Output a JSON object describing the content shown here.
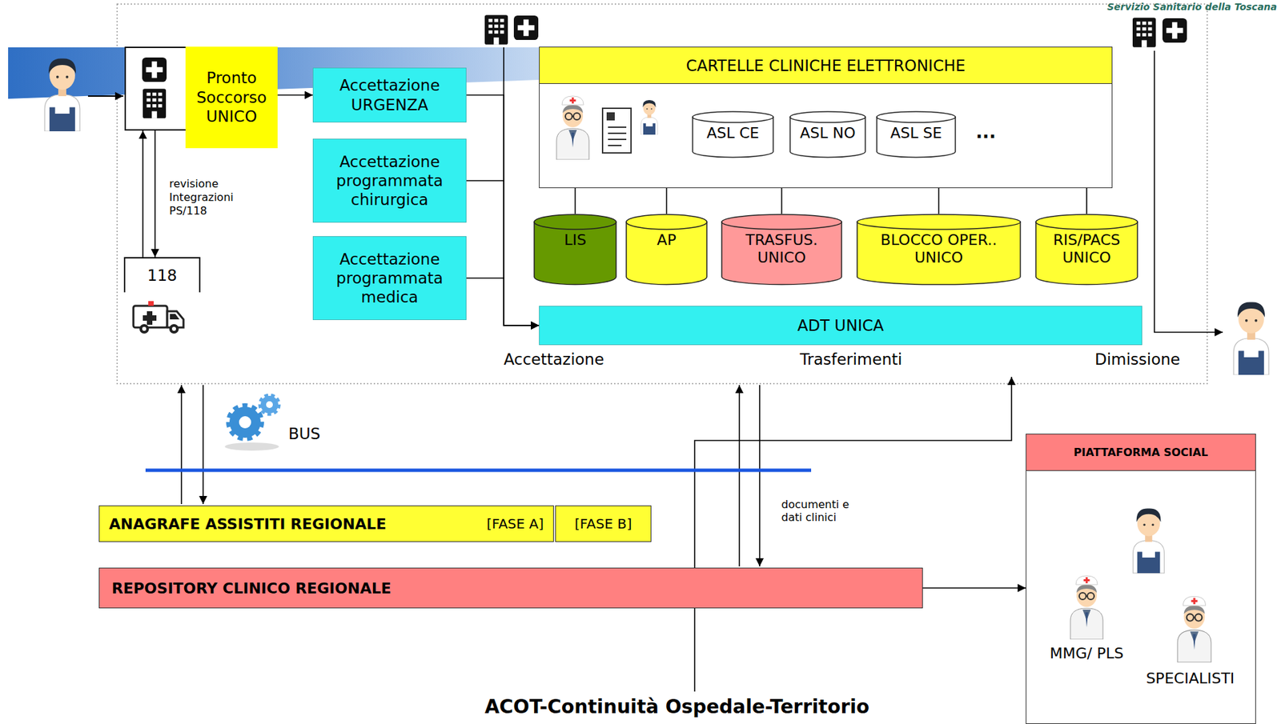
{
  "diagram": {
    "nodes": [
      {
        "text": [
          "Pronto Soccorso UNICO"
        ]
      },
      {
        "text": [
          "Accettazione URGENZA"
        ]
      },
      {
        "text": [
          "Accettazione programmata chirurgica"
        ]
      },
      {
        "text": [
          "Accettazione programmata medica"
        ]
      },
      {
        "text": [
          "118"
        ]
      },
      {
        "text": [
          "CARTELLE CLINICHE ELETTRONICHE"
        ]
      },
      {
        "text": [
          "ASL CE"
        ],
        "in": 5
      },
      {
        "text": [
          "ASL NO"
        ],
        "in": 5
      },
      {
        "text": [
          "ASL SE"
        ],
        "in": 5
      },
      {
        "text": [
          "LIS"
        ]
      },
      {
        "text": [
          "AP"
        ]
      },
      {
        "text": [
          "TRASFUS. UNICO"
        ]
      },
      {
        "text": [
          "BLOCCO OPER.. UNICO"
        ]
      },
      {
        "text": [
          "RIS/PACS UNICO"
        ]
      },
      {
        "text": [
          "ADT UNICA"
        ]
      },
      {
        "text": [
          "ANAGRAFE ASSISTITI REGIONALE",
          "[FASE A]"
        ]
      },
      {
        "text": [
          "[FASE B]"
        ]
      },
      {
        "text": [
          "REPOSITORY CLINICO REGIONALE"
        ]
      },
      {
        "text": [
          "PIATTAFORMA SOCIAL"
        ]
      }
    ],
    "edges": [
      {
        "from": 0,
        "to": 1,
        "arrow": "to"
      },
      {
        "from": 4,
        "to": 0,
        "arrow": "to",
        "label": "revisione Integrazioni PS/118"
      },
      {
        "from": 0,
        "to": 4,
        "arrow": "to"
      },
      {
        "from": 1,
        "to": 14,
        "arrow": "to"
      },
      {
        "from": 2,
        "to": 14,
        "arrow": "to"
      },
      {
        "from": 3,
        "to": 14,
        "arrow": "to"
      },
      {
        "from": 5,
        "to": 9,
        "arrow": "none"
      },
      {
        "from": 5,
        "to": 10,
        "arrow": "none"
      },
      {
        "from": 5,
        "to": 11,
        "arrow": "none"
      },
      {
        "from": 5,
        "to": 12,
        "arrow": "none"
      },
      {
        "from": 5,
        "to": 13,
        "arrow": "none"
      },
      {
        "from": 17,
        "to": 18,
        "arrow": "to"
      }
    ],
    "labels": [
      "Servizio Sanitario della Toscana",
      "...",
      "Accettazione",
      "Trasferimenti",
      "Dimissione",
      "BUS",
      "documenti e dati clinici",
      "ACOT-Continuità Ospedale-Territorio",
      "MMG/ PLS",
      "SPECIALISTI"
    ]
  }
}
